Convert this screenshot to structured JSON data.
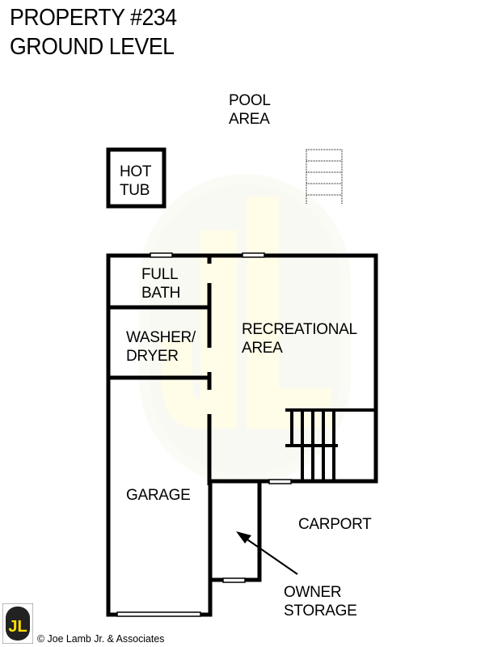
{
  "header": {
    "title_line1": "PROPERTY #234",
    "title_line2": "GROUND LEVEL"
  },
  "rooms": {
    "pool_area": [
      "POOL",
      "AREA"
    ],
    "hot_tub": [
      "HOT",
      "TUB"
    ],
    "full_bath": [
      "FULL",
      "BATH"
    ],
    "washer_dryer": [
      "WASHER/",
      "DRYER"
    ],
    "recreational_area": [
      "RECREATIONAL",
      "AREA"
    ],
    "garage": "GARAGE",
    "carport": "CARPORT",
    "owner_storage": [
      "OWNER",
      "STORAGE"
    ]
  },
  "watermark": {
    "text": "JL",
    "color": "#fffbe0"
  },
  "footer": {
    "copyright": "© Joe Lamb Jr. & Associates",
    "logo_text": "JL",
    "logo_colors": {
      "fill": "#ffe000",
      "background": "#222222"
    }
  }
}
